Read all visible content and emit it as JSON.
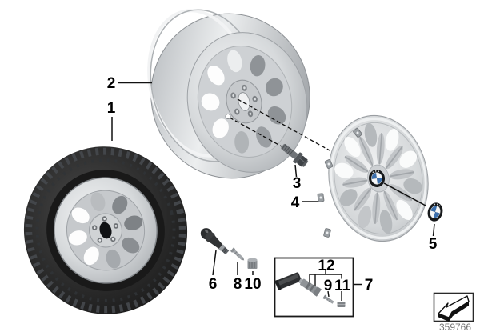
{
  "diagram": {
    "type": "parts-diagram",
    "subject": "wheel-with-tire-steel-disc-wheel"
  },
  "callouts": {
    "c1": "1",
    "c2": "2",
    "c3": "3",
    "c4": "4",
    "c5": "5",
    "c6": "6",
    "c7": "7",
    "c8": "8",
    "c9": "9",
    "c10": "10",
    "c11": "11",
    "c12": "12"
  },
  "footer": {
    "part_number": "359766",
    "icon": "direction-arrow-icon"
  },
  "colors": {
    "background": "#ffffff",
    "line": "#111111",
    "tire": "#262626",
    "silver": "#c9ccce",
    "silver_dark": "#9a9ea2",
    "silver_light": "#eef0f1",
    "emblem_ring": "#17191b",
    "emblem_blue": "#3a6fae",
    "label_text": "#000000",
    "part_number_text": "#757575"
  }
}
